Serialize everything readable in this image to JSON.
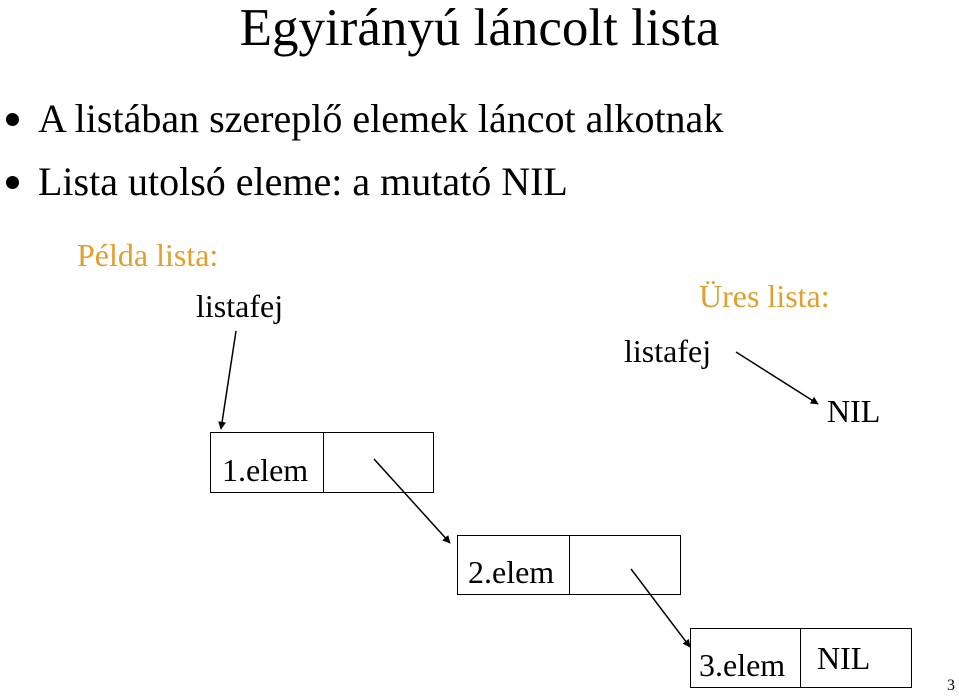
{
  "title": "Egyirányú láncolt lista",
  "bullets": [
    "A listában szereplő elemek láncot alkotnak",
    "Lista utolsó eleme: a mutató NIL"
  ],
  "example": {
    "label": "Példa lista:",
    "head_label": "listafej",
    "nodes": [
      {
        "label": "1.elem",
        "pointer": ""
      },
      {
        "label": "2.elem",
        "pointer": ""
      },
      {
        "label": "3.elem",
        "pointer": "NIL"
      }
    ]
  },
  "empty": {
    "label": "Üres lista:",
    "head_label": "listafej",
    "target": "NIL"
  },
  "page_number": "3",
  "colors": {
    "accent": "#e0a030",
    "text": "#000000",
    "background": "#ffffff"
  }
}
